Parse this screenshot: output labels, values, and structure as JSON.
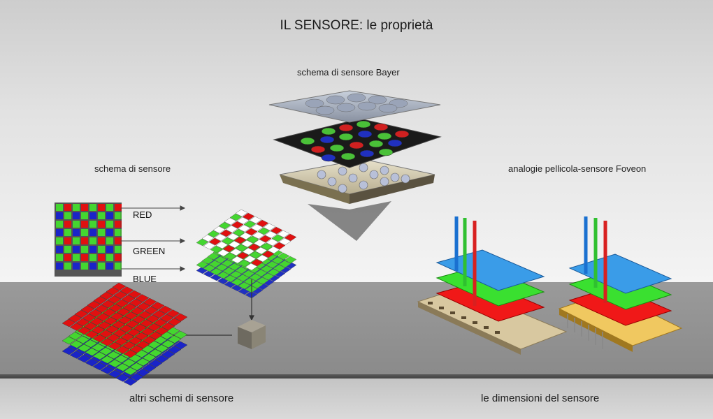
{
  "title": "IL SENSORE: le proprietà",
  "labels": {
    "bayer": "schema di sensore Bayer",
    "schema": "schema di sensore",
    "foveon": "analogie pellicola-sensore Foveon"
  },
  "channels": {
    "red": "RED",
    "green": "GREEN",
    "blue": "BLUE"
  },
  "footer": {
    "left": "altri schemi di sensore",
    "right": "le dimensioni del sensore"
  },
  "colors": {
    "red": "#e01010",
    "green": "#44d630",
    "blue": "#1a24c8",
    "cyan": "#3aa8e8"
  }
}
